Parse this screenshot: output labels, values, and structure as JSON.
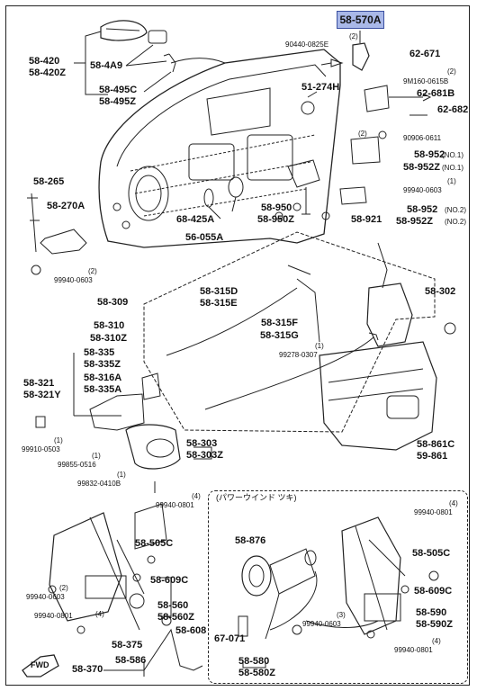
{
  "highlight_part": "58-570A",
  "window_note": "(パワーウインド ツキ)",
  "fwd": "FWD",
  "labels": {
    "p90440_qty": "(2)",
    "p90440": "90440-0825E",
    "p62671": "62-671",
    "p9m160_qty": "(2)",
    "p9m160": "9M160-0615B",
    "p62681b": "62-681B",
    "p62682": "62-682",
    "p58420": "58-420",
    "p58420z": "58-420Z",
    "p584a9": "58-4A9",
    "p58495c": "58-495C",
    "p58495z": "58-495Z",
    "p51274h": "51-274H",
    "p90906_qty": "(2)",
    "p90906": "90906-0611",
    "p58952": "58-952",
    "p58952_no1": "(NO.1)",
    "p58952z": "58-952Z",
    "p58952z_no1": "(NO.1)",
    "p99940a_qty": "(1)",
    "p99940a": "99940-0603",
    "p58952b": "58-952",
    "p58952b_no2": "(NO.2)",
    "p58952zb": "58-952Z",
    "p58952zb_no2": "(NO.2)",
    "p58265": "58-265",
    "p58270a": "58-270A",
    "p99940b_qty": "(2)",
    "p99940b": "99940-0603",
    "p58950": "58-950",
    "p58950z": "58-950Z",
    "p58921": "58-921",
    "p68425a": "68-425A",
    "p56055a": "56-055A",
    "p58309": "58-309",
    "p58315d": "58-315D",
    "p58315e": "58-315E",
    "p58302": "58-302",
    "p58310": "58-310",
    "p58310z": "58-310Z",
    "p58315f": "58-315F",
    "p58315g": "58-315G",
    "p99278_qty": "(1)",
    "p99278": "99278-0307",
    "p58335": "58-335",
    "p58335z": "58-335Z",
    "p58316a": "58-316A",
    "p58335a": "58-335A",
    "p58321": "58-321",
    "p58321y": "58-321Y",
    "p99910_qty": "(1)",
    "p99910": "99910-0503",
    "p99855_qty": "(1)",
    "p99855": "99855-0516",
    "p58303": "58-303",
    "p58303z": "58-303Z",
    "p58861c": "58-861C",
    "p59861": "59-861",
    "p99832_qty": "(1)",
    "p99832": "99832-0410B",
    "p99940c_qty": "(4)",
    "p99940c": "99940-0801",
    "p58505c": "58-505C",
    "p58609c": "58-609C",
    "p58560": "58-560",
    "p58560z": "58-560Z",
    "p99940d_qty": "(2)",
    "p99940d": "99940-0603",
    "p99940e_qty": "(4)",
    "p99940e": "99940-0801",
    "p58608": "58-608",
    "p58375": "58-375",
    "p58370": "58-370",
    "p58586": "58-586",
    "p58876": "58-876",
    "p99940f_qty": "(4)",
    "p99940f": "99940-0801",
    "p58505c2": "58-505C",
    "p58609c2": "58-609C",
    "p58590": "58-590",
    "p58590z": "58-590Z",
    "p99940g_qty": "(3)",
    "p99940g": "99940-0603",
    "p67071": "67-071",
    "p58580": "58-580",
    "p58580z": "58-580Z",
    "p99940h_qty": "(4)",
    "p99940h": "99940-0801"
  }
}
